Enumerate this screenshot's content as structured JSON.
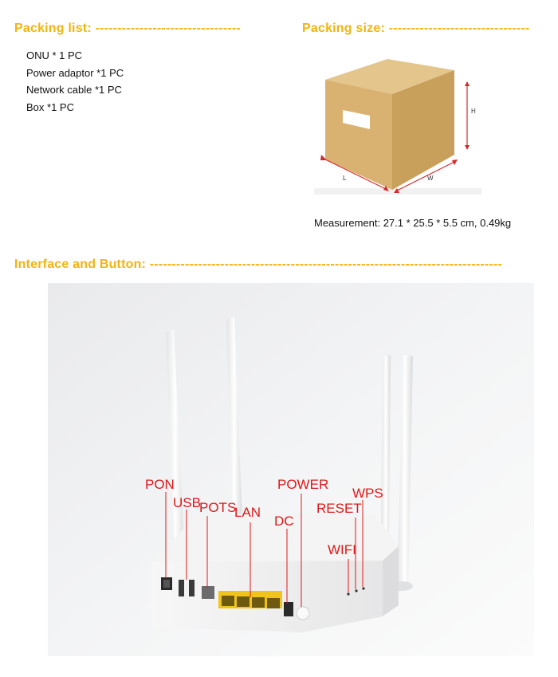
{
  "sections": {
    "packing_list": {
      "heading": "Packing list: ---------------------------------",
      "items": [
        "ONU * 1 PC",
        "Power adaptor *1 PC",
        "Network cable *1 PC",
        "Box *1 PC"
      ]
    },
    "packing_size": {
      "heading": "Packing size: --------------------------------",
      "dimension_labels": {
        "height": "H",
        "length": "L",
        "width": "W"
      },
      "measurement": "Measurement: 27.1 * 25.5 * 5.5 cm, 0.49kg"
    },
    "interface": {
      "heading": "Interface and Button: --------------------------------------------------------------------------------",
      "labels": {
        "pon": "PON",
        "usb": "USB",
        "pots": "POTS",
        "lan": "LAN",
        "dc": "DC",
        "power": "POWER",
        "reset": "RESET",
        "wps": "WPS",
        "wifi": "WIFI"
      }
    }
  },
  "colors": {
    "heading": "#f2b40f",
    "box_front": "#d9b272",
    "box_top": "#e4c58c",
    "box_side": "#c99f5c",
    "label_red": "#e01818",
    "dimension_red": "#d42a2a"
  }
}
